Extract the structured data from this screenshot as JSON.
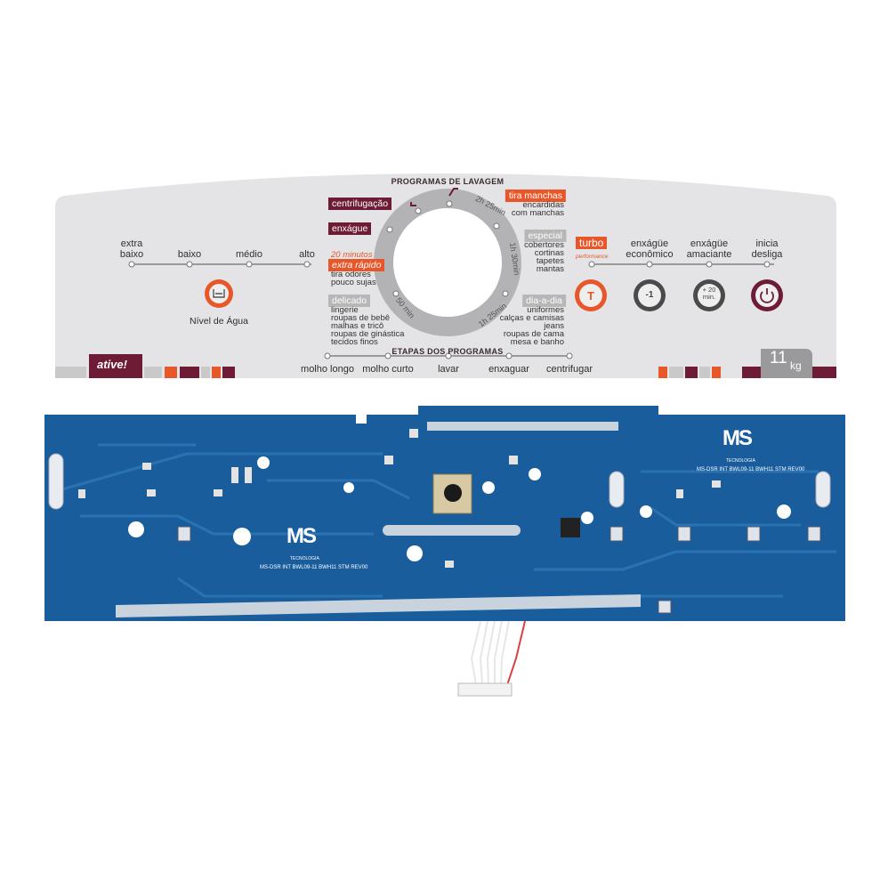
{
  "panel": {
    "title_top": "PROGRAMAS DE LAVAGEM",
    "title_bottom": "ETAPAS DOS PROGRAMAS",
    "brand": "ative!",
    "capacity_number": "11",
    "capacity_unit": "kg",
    "water_levels": [
      "extra\nbaixo",
      "baixo",
      "médio",
      "alto"
    ],
    "water_level_label": "Nível de Água",
    "left_programs": {
      "centrifugacao": "centrifugação",
      "enxague": "enxágue",
      "extra_rapido_top": "20 minutos",
      "extra_rapido": "extra rápido",
      "extra_rapido_desc": [
        "tira odores",
        "pouco sujas"
      ],
      "delicado": "delicado",
      "delicado_desc": [
        "lingerie",
        "roupas de bebê",
        "malhas e tricô",
        "roupas de ginástica",
        "tecidos finos"
      ]
    },
    "right_programs": {
      "tira_manchas": "tira manchas",
      "tira_manchas_desc": [
        "encardidas",
        "com manchas"
      ],
      "especial": "especial",
      "especial_desc": [
        "cobertores",
        "cortinas",
        "tapetes",
        "mantas"
      ],
      "dia_a_dia": "dia-a-dia",
      "dia_a_dia_desc": [
        "uniformes",
        "calças e camisas",
        "jeans",
        "roupas de cama",
        "mesa e banho"
      ]
    },
    "dial_times": [
      "2h 25min",
      "1h 30min",
      "1h 25min",
      "50 min"
    ],
    "turbo": "turbo",
    "turbo_sub": "performance",
    "options": [
      {
        "label": "enxágüe\neconômico",
        "icon_text": "-1"
      },
      {
        "label": "enxágüe\namaciante",
        "icon_text": "+ 20\nmin."
      },
      {
        "label": "inicia\ndesliga",
        "icon_text": ""
      }
    ],
    "stages": [
      "molho longo",
      "molho curto",
      "lavar",
      "enxaguar",
      "centrifugar"
    ]
  },
  "pcb": {
    "logo_text": "MS",
    "logo_sub": "TECNOLOGIA",
    "board_code": "MS-DSR INT BWL09-11 BWH11 STM REV00"
  },
  "colors": {
    "panel_bg": "#e4e4e6",
    "burgundy": "#6e1c35",
    "orange": "#e8572a",
    "grey_label": "#b7b7b7",
    "pcb_blue": "#1a5d9c",
    "pcb_trace": "#2a73b3"
  }
}
